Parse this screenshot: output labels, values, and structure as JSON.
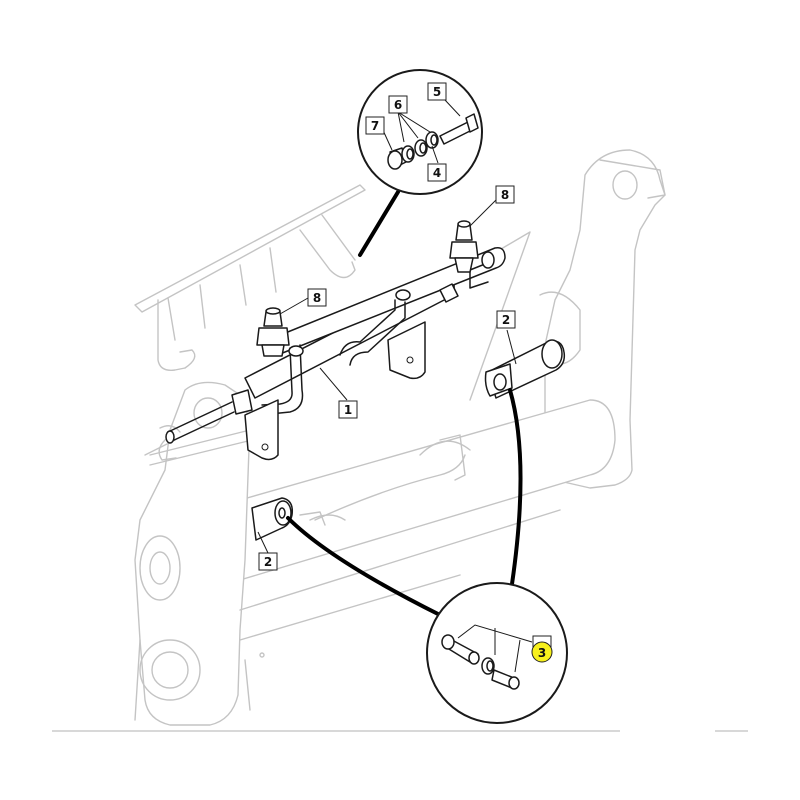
{
  "diagram": {
    "highlight_color": "#f7f01c",
    "callouts": [
      {
        "id": "c1",
        "label": "1"
      },
      {
        "id": "c2a",
        "label": "2"
      },
      {
        "id": "c2b",
        "label": "2"
      },
      {
        "id": "c3",
        "label": "3",
        "highlighted": true
      },
      {
        "id": "c4",
        "label": "4"
      },
      {
        "id": "c5",
        "label": "5"
      },
      {
        "id": "c6",
        "label": "6"
      },
      {
        "id": "c7",
        "label": "7"
      },
      {
        "id": "c8a",
        "label": "8"
      },
      {
        "id": "c8b",
        "label": "8"
      }
    ]
  }
}
